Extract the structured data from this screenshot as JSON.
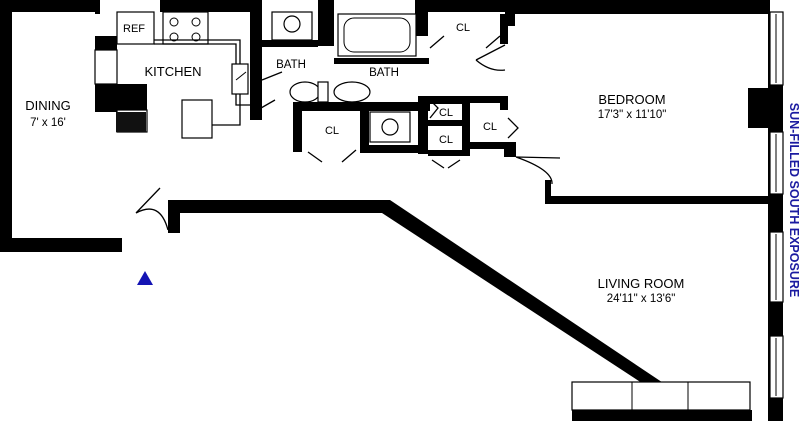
{
  "rooms": {
    "kitchen": {
      "name": "KITCHEN"
    },
    "ref": {
      "name": "REF"
    },
    "dining": {
      "name": "DINING",
      "dims": "7' x 16'"
    },
    "bath1": {
      "name": "BATH"
    },
    "bath2": {
      "name": "BATH"
    },
    "bedroom": {
      "name": "BEDROOM",
      "dims": "17'3\" x 11'10\""
    },
    "living": {
      "name": "LIVING ROOM",
      "dims": "24'11\" x 13'6\""
    },
    "closets": [
      "CL",
      "CL",
      "CL",
      "CL",
      "CL"
    ]
  },
  "exposure": {
    "text": "SUN-FILLED SOUTH EXPOSURE"
  },
  "entry_marker": {
    "icon": "entry-triangle-icon",
    "color": "#1414b4"
  },
  "colors": {
    "wall": "#000000",
    "exposure_text": "#1a1aa0"
  }
}
